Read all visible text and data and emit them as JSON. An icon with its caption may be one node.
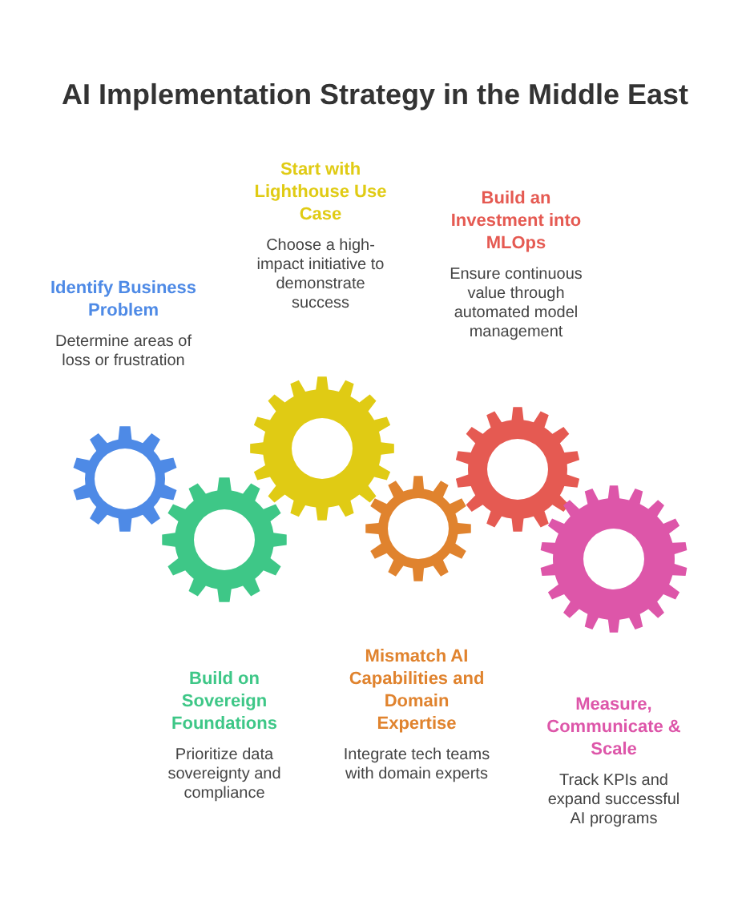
{
  "diagram": {
    "title": "AI Implementation Strategy in the Middle East",
    "nodes": [
      {
        "text": [
          "Identify Business Problem",
          "Determine areas of loss or frustration"
        ]
      },
      {
        "text": [
          "Build on Sovereign Foundations",
          "Prioritize data sovereignty and compliance"
        ]
      },
      {
        "text": [
          "Start with Lighthouse Use Case",
          "Choose a high-impact initiative to demonstrate success"
        ]
      },
      {
        "text": [
          "Mismatch AI Capabilities and Domain Expertise",
          "Integrate tech teams with domain experts"
        ]
      },
      {
        "text": [
          "Build an Investment into MLOps",
          "Ensure continuous value through automated model management"
        ]
      },
      {
        "text": [
          "Measure, Communicate & Scale",
          "Track KPIs and expand successful AI programs"
        ]
      }
    ]
  }
}
